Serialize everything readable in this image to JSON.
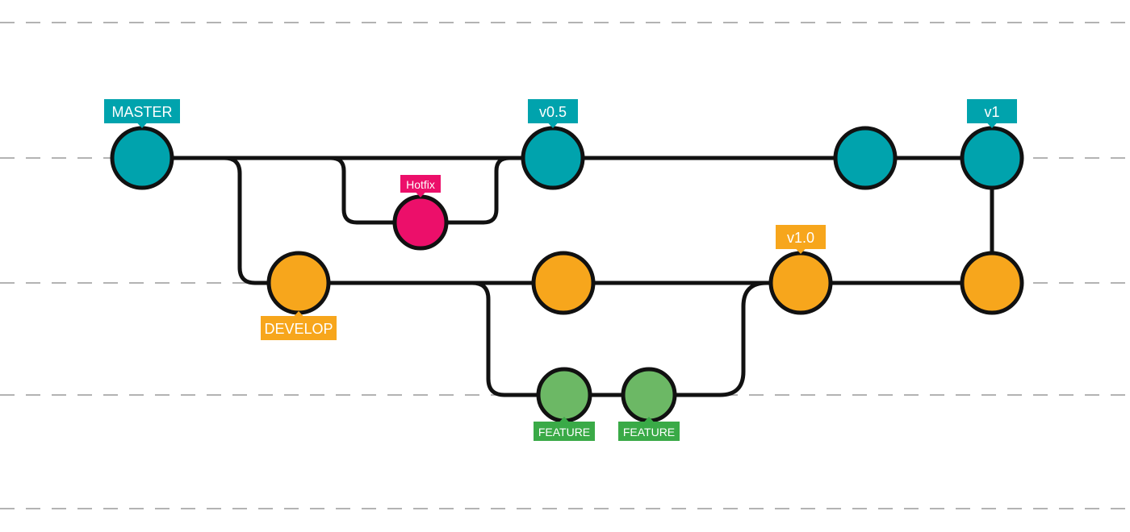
{
  "colors": {
    "master": "#00a3ad",
    "hotfix": "#ec0f6a",
    "develop": "#f7a61c",
    "feature": "#6cb865",
    "feature_tag": "#3aaa47",
    "line": "#111111",
    "lane": "#9a9a9a"
  },
  "lanes": [
    "master",
    "hotfix",
    "develop",
    "feature"
  ],
  "commits": [
    {
      "id": "m1",
      "branch": "master"
    },
    {
      "id": "m2",
      "branch": "master"
    },
    {
      "id": "m3",
      "branch": "master"
    },
    {
      "id": "m4",
      "branch": "master"
    },
    {
      "id": "h1",
      "branch": "hotfix"
    },
    {
      "id": "d1",
      "branch": "develop"
    },
    {
      "id": "d2",
      "branch": "develop"
    },
    {
      "id": "d3",
      "branch": "develop"
    },
    {
      "id": "d4",
      "branch": "develop"
    },
    {
      "id": "f1",
      "branch": "feature"
    },
    {
      "id": "f2",
      "branch": "feature"
    }
  ],
  "connections": [
    {
      "from": "m1",
      "to": "m2"
    },
    {
      "from": "m2",
      "to": "m3"
    },
    {
      "from": "m3",
      "to": "m4"
    },
    {
      "from": "m1",
      "to": "h1"
    },
    {
      "from": "h1",
      "to": "m2"
    },
    {
      "from": "m1",
      "to": "d1"
    },
    {
      "from": "d1",
      "to": "d2"
    },
    {
      "from": "d2",
      "to": "d3"
    },
    {
      "from": "d3",
      "to": "d4"
    },
    {
      "from": "m4",
      "to": "d4"
    },
    {
      "from": "d1",
      "to": "f1"
    },
    {
      "from": "f1",
      "to": "f2"
    },
    {
      "from": "f2",
      "to": "d3"
    }
  ],
  "tags": [
    {
      "commit": "m1",
      "text": "MASTER",
      "color": "master"
    },
    {
      "commit": "m2",
      "text": "v0.5",
      "color": "master"
    },
    {
      "commit": "m4",
      "text": "v1",
      "color": "master"
    },
    {
      "commit": "h1",
      "text": "Hotfix",
      "color": "hotfix"
    },
    {
      "commit": "d3",
      "text": "v1.0",
      "color": "develop"
    },
    {
      "commit": "d1",
      "text": "DEVELOP",
      "color": "develop"
    },
    {
      "commit": "f1",
      "text": "FEATURE",
      "color": "feature_tag"
    },
    {
      "commit": "f2",
      "text": "FEATURE",
      "color": "feature_tag"
    }
  ]
}
